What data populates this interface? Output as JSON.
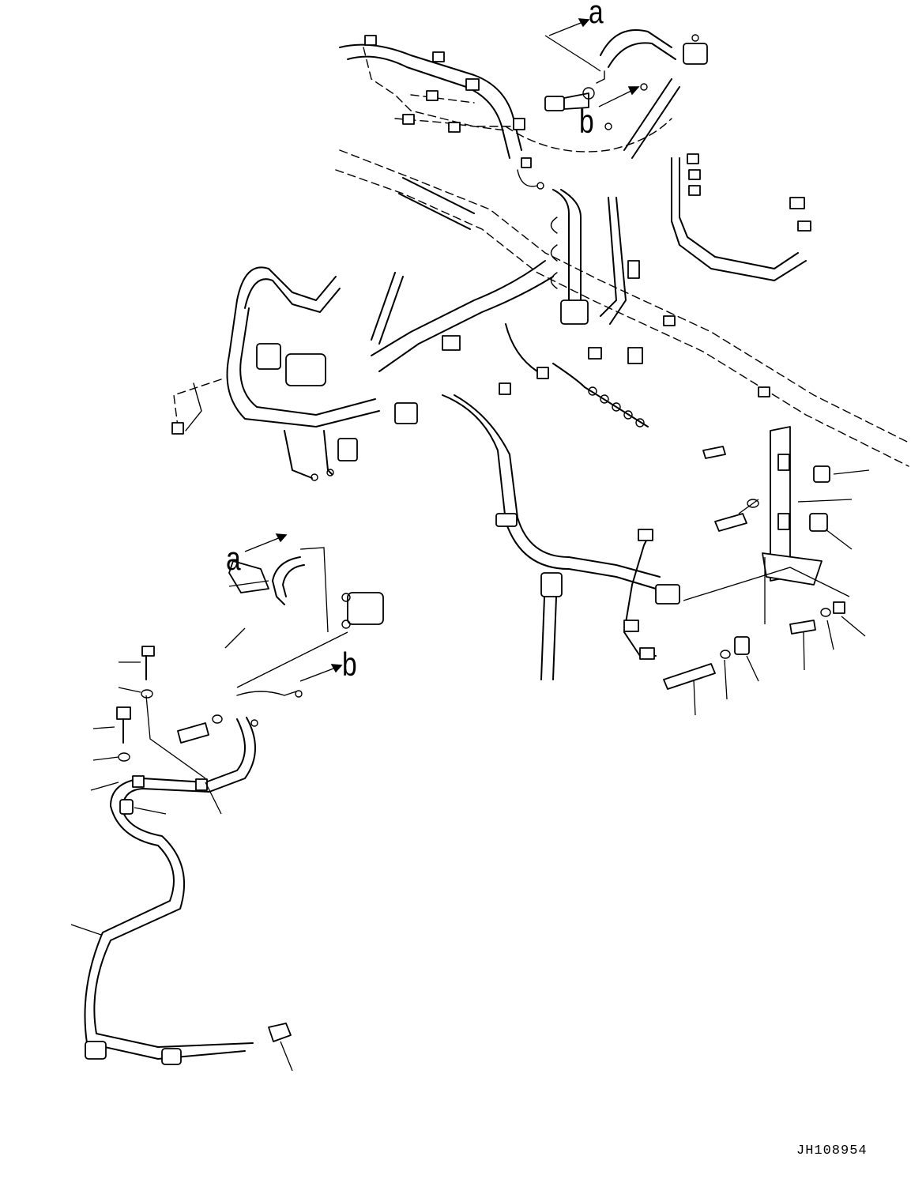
{
  "diagram": {
    "callouts": {
      "a_top": "a",
      "b_top": "b",
      "a_left": "a",
      "b_left": "b"
    },
    "drawing_code": "JH108954"
  }
}
